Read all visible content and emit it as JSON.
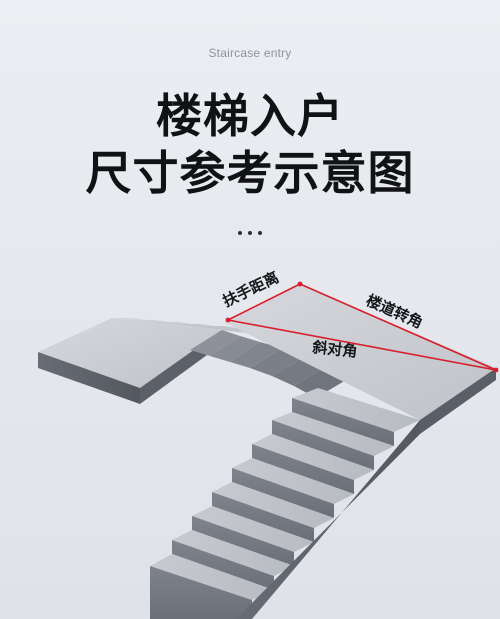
{
  "header": {
    "subtitle": "Staircase entry",
    "title_line1": "楼梯入户",
    "title_line2": "尺寸参考示意图"
  },
  "diagram": {
    "labels": {
      "handrail_distance": "扶手距离",
      "stair_turn": "楼道转角",
      "diagonal": "斜对角"
    },
    "colors": {
      "measure_line": "#d81e2a",
      "stair_top": "#c9ccd2",
      "stair_front": "#7b7f87",
      "stair_side": "#5f636b"
    }
  }
}
